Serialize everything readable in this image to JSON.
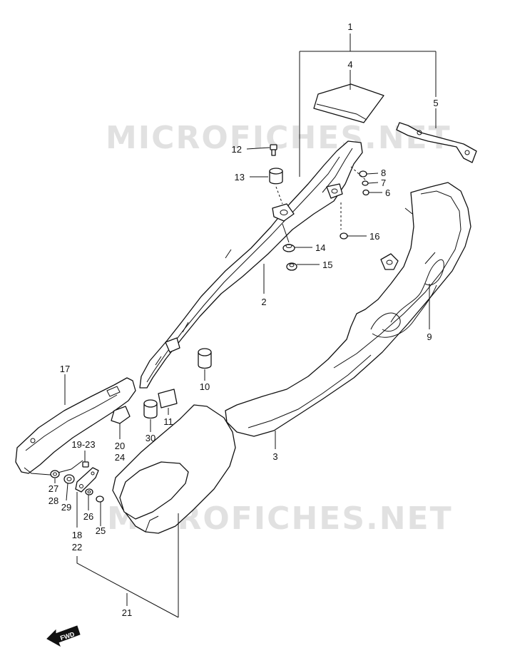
{
  "watermark": {
    "text": "MICROFICHES.NET",
    "color": "#d8d8d8"
  },
  "direction_badge": {
    "label": "FWD"
  },
  "callouts": [
    {
      "id": "c1",
      "label": "1"
    },
    {
      "id": "c2",
      "label": "2"
    },
    {
      "id": "c3",
      "label": "3"
    },
    {
      "id": "c4",
      "label": "4"
    },
    {
      "id": "c5",
      "label": "5"
    },
    {
      "id": "c6",
      "label": "6"
    },
    {
      "id": "c7",
      "label": "7"
    },
    {
      "id": "c8",
      "label": "8"
    },
    {
      "id": "c9",
      "label": "9"
    },
    {
      "id": "c10",
      "label": "10"
    },
    {
      "id": "c11",
      "label": "11"
    },
    {
      "id": "c12",
      "label": "12"
    },
    {
      "id": "c13",
      "label": "13"
    },
    {
      "id": "c14",
      "label": "14"
    },
    {
      "id": "c15",
      "label": "15"
    },
    {
      "id": "c16",
      "label": "16"
    },
    {
      "id": "c17",
      "label": "17"
    },
    {
      "id": "c19-23",
      "label": "19-23"
    },
    {
      "id": "c20",
      "label": "20"
    },
    {
      "id": "c24",
      "label": "24"
    },
    {
      "id": "c30",
      "label": "30"
    },
    {
      "id": "c27",
      "label": "27"
    },
    {
      "id": "c28",
      "label": "28"
    },
    {
      "id": "c29",
      "label": "29"
    },
    {
      "id": "c26",
      "label": "26"
    },
    {
      "id": "c18",
      "label": "18"
    },
    {
      "id": "c22",
      "label": "22"
    },
    {
      "id": "c25",
      "label": "25"
    },
    {
      "id": "c21",
      "label": "21"
    }
  ]
}
